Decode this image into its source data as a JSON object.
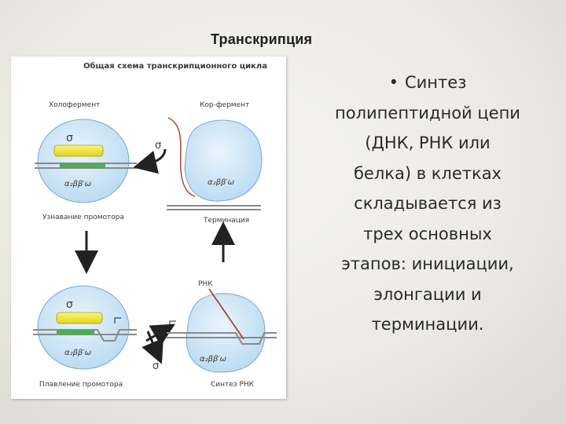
{
  "slide": {
    "title": "Транскрипция"
  },
  "figure": {
    "heading": "Общая схема транскрипционного цикла",
    "label_holoenzyme": "Холофермент",
    "label_core_enzyme": "Кор-фермент",
    "sigma": "σ",
    "subunits": "α₂ββ′ω",
    "caption_recognition": "Узнавание промотора",
    "caption_termination": "Терминация",
    "caption_melting": "Плавление промотора",
    "caption_synthesis": "Синтез РНК",
    "label_rna": "РНК"
  },
  "bullet": {
    "marker": "•",
    "lines": [
      "Синтез",
      "полипептидной цепи",
      "(ДНК, РНК или",
      "белка) в клетках",
      "складывается из",
      "трех основных",
      "этапов: инициации,",
      "элонгации и",
      "терминации."
    ]
  },
  "colors": {
    "enzyme_fill": "#c9e3f6",
    "enzyme_stroke": "#7aa8cf",
    "sigma_fill": "#f2ea2a",
    "dna": "#8a8a8a",
    "promoter": "#4caf50",
    "rna": "#b5432c"
  }
}
